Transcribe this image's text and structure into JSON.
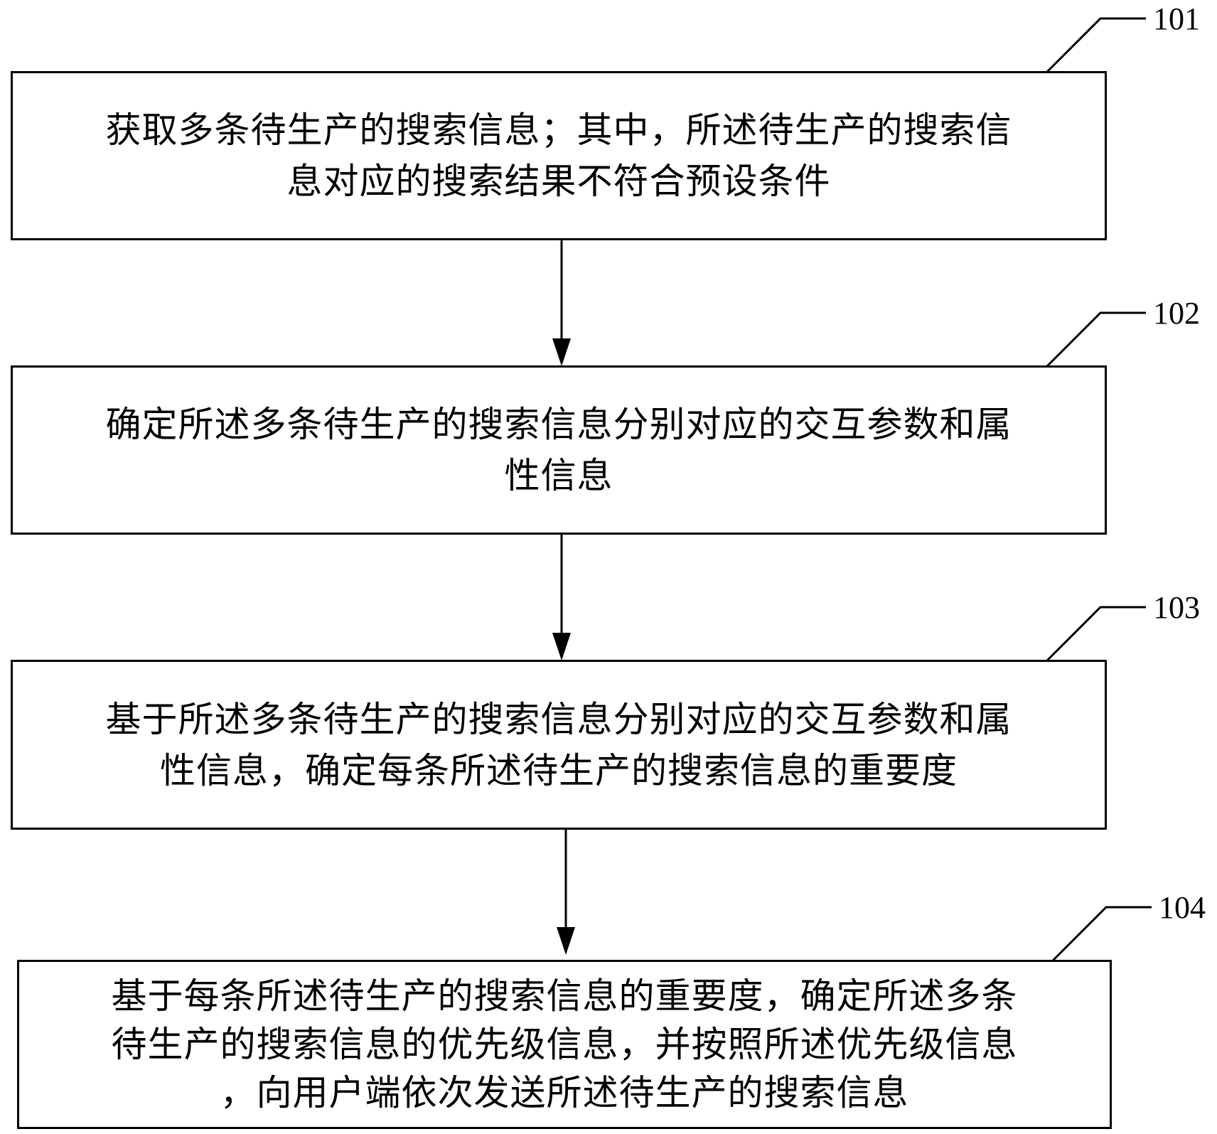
{
  "steps": [
    {
      "label": "101",
      "lines": [
        "获取多条待生产的搜索信息；其中，所述待生产的搜索信",
        "息对应的搜索结果不符合预设条件"
      ]
    },
    {
      "label": "102",
      "lines": [
        "确定所述多条待生产的搜索信息分别对应的交互参数和属",
        "性信息"
      ]
    },
    {
      "label": "103",
      "lines": [
        "基于所述多条待生产的搜索信息分别对应的交互参数和属",
        "性信息，确定每条所述待生产的搜索信息的重要度"
      ]
    },
    {
      "label": "104",
      "lines": [
        "基于每条所述待生产的搜索信息的重要度，确定所述多条",
        "待生产的搜索信息的优先级信息，并按照所述优先级信息",
        "，向用户端依次发送所述待生产的搜索信息"
      ]
    }
  ]
}
